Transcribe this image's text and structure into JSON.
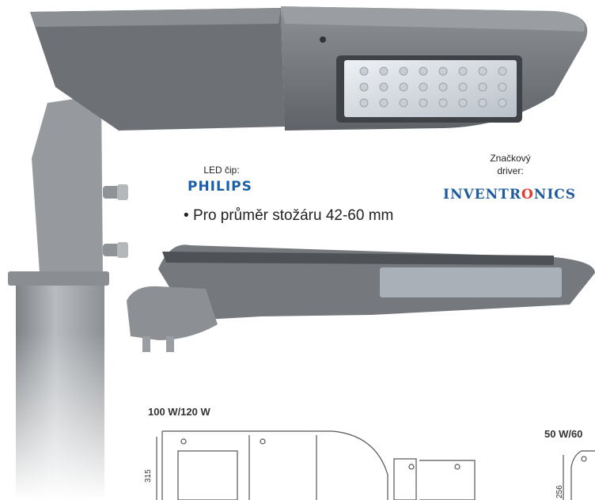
{
  "labels": {
    "led_chip": "LED čip:",
    "led_brand": "PHILIPS",
    "driver_line1": "Značkový",
    "driver_line2": "driver:",
    "driver_brand_pre": "INVENTR",
    "driver_brand_o": "O",
    "driver_brand_post": "NICS",
    "bullet": "Pro průměr stožáru 42-60 mm"
  },
  "drawings": {
    "large": {
      "model": "100 W/120 W",
      "height_dim": "315"
    },
    "small": {
      "model": "50 W/60",
      "height_dim": "256"
    }
  },
  "colors": {
    "housing": "#7c8084",
    "housing_dark": "#5d6165",
    "pole": "#9fa3a7",
    "led_blue": "#1b5fa8",
    "accent_red": "#e23b2e"
  }
}
